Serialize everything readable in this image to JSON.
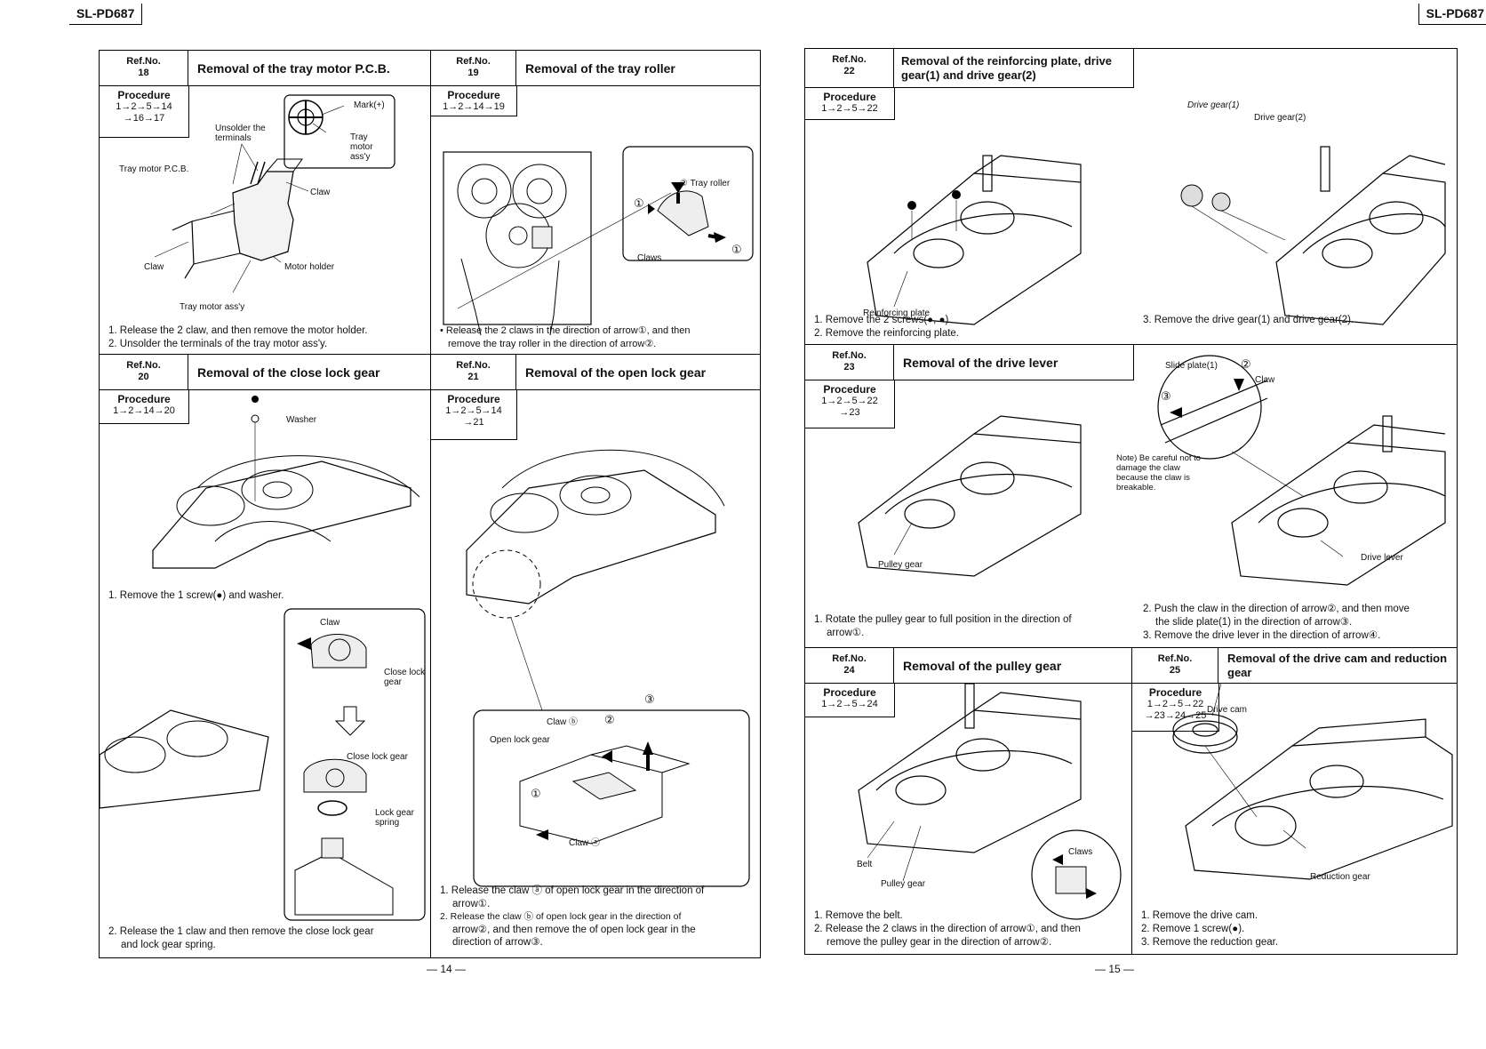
{
  "model": "SL-PD687",
  "page_numbers": {
    "left": "— 14 —",
    "right": "— 15 —"
  },
  "sections": {
    "s18": {
      "ref_label": "Ref.No.",
      "ref_no": "18",
      "title": "Removal of the tray motor P.C.B.",
      "proc_label": "Procedure",
      "proc_line1": "1→2→5→14",
      "proc_line2": "→16→17",
      "labels": {
        "mark": "Mark(+)",
        "unsolder": "Unsolder the terminals",
        "tray_motor": "Tray motor ass'y",
        "tray_motor_pcb": "Tray motor P.C.B.",
        "claw_top": "Claw",
        "claw_left": "Claw",
        "motor_holder": "Motor holder",
        "tray_motor_bottom": "Tray motor ass'y"
      },
      "steps": [
        "1. Release the 2 claw, and then remove the motor holder.",
        "2. Unsolder the terminals of the tray motor ass'y."
      ]
    },
    "s19": {
      "ref_label": "Ref.No.",
      "ref_no": "19",
      "title": "Removal of the tray roller",
      "proc_label": "Procedure",
      "proc_line1": "1→2→14→19",
      "labels": {
        "tray_roller": "② Tray roller",
        "claws": "Claws",
        "arrow1a": "①",
        "arrow1b": "①"
      },
      "steps": [
        "• Release the 2 claws in the direction of arrow①, and then",
        "remove the tray roller in the direction of arrow②."
      ]
    },
    "s20": {
      "ref_label": "Ref.No.",
      "ref_no": "20",
      "title": "Removal of the close lock gear",
      "proc_label": "Procedure",
      "proc_line1": "1→2→14→20",
      "labels": {
        "washer": "Washer",
        "claw": "Claw",
        "close_lock_gear_top": "Close lock gear",
        "close_lock_gear": "Close lock gear",
        "lock_gear_spring": "Lock gear spring"
      },
      "step1": "1. Remove the 1 screw(●) and washer.",
      "step2": [
        "2. Release the 1 claw and then remove the close lock gear",
        "and lock gear spring."
      ]
    },
    "s21": {
      "ref_label": "Ref.No.",
      "ref_no": "21",
      "title": "Removal of the open lock gear",
      "proc_label": "Procedure",
      "proc_line1": "1→2→5→14",
      "proc_line2": "→21",
      "labels": {
        "claw_b": "Claw ⓑ",
        "open_lock_gear": "Open lock gear",
        "claw_a": "Claw ⓐ",
        "n1": "①",
        "n2": "②",
        "n3": "③"
      },
      "steps": [
        "1. Release the claw ⓐ of open lock gear in the direction of",
        "arrow①.",
        "2. Release the claw ⓑ of open lock gear in the direction of",
        "arrow②, and then remove the of open lock gear in the",
        "direction of arrow③."
      ]
    },
    "s22": {
      "ref_label": "Ref.No.",
      "ref_no": "22",
      "title": "Removal of the reinforcing plate, drive gear(1) and drive gear(2)",
      "proc_label": "Procedure",
      "proc_line1": "1→2→5→22",
      "labels": {
        "reinforcing_plate": "Reinforcing plate",
        "drive_gear1": "Drive gear(1)",
        "drive_gear2": "Drive gear(2)"
      },
      "step_left": [
        "1. Remove the 2 screws(●, ●).",
        "2. Remove the reinforcing plate."
      ],
      "step_right": "3. Remove the drive gear(1) and drive gear(2)."
    },
    "s23": {
      "ref_label": "Ref.No.",
      "ref_no": "23",
      "title": "Removal of the drive lever",
      "proc_label": "Procedure",
      "proc_line1": "1→2→5→22",
      "proc_line2": "→23",
      "labels": {
        "slide_plate": "Slide plate(1)",
        "claw": "Claw",
        "n2": "②",
        "n3": "③",
        "note": "Note) Be careful not to damage the claw because the claw is breakable.",
        "pulley_gear": "Pulley gear",
        "drive_lever": "Drive lever"
      },
      "step_left": [
        "1. Rotate the pulley gear to full position in the direction of",
        "arrow①."
      ],
      "step_right": [
        "2. Push the claw in the direction of arrow②, and then move",
        "the slide plate(1) in the direction of arrow③.",
        "3. Remove the drive lever in the direction of arrow④."
      ]
    },
    "s24": {
      "ref_label": "Ref.No.",
      "ref_no": "24",
      "title": "Removal of the pulley gear",
      "proc_label": "Procedure",
      "proc_line1": "1→2→5→24",
      "labels": {
        "belt": "Belt",
        "pulley_gear": "Pulley gear",
        "claws": "Claws"
      },
      "steps": [
        "1. Remove the belt.",
        "2. Release the 2 claws in the direction of arrow①, and then",
        "remove the pulley gear in the direction of arrow②."
      ]
    },
    "s25": {
      "ref_label": "Ref.No.",
      "ref_no": "25",
      "title": "Removal of the drive cam and reduction gear",
      "proc_label": "Procedure",
      "proc_line1": "1→2→5→22",
      "proc_line2": "→23→24→25",
      "labels": {
        "drive_cam": "Drive cam",
        "reduction_gear": "Reduction gear"
      },
      "steps": [
        "1. Remove the drive cam.",
        "2. Remove 1 screw(●).",
        "3. Remove the reduction gear."
      ]
    }
  }
}
